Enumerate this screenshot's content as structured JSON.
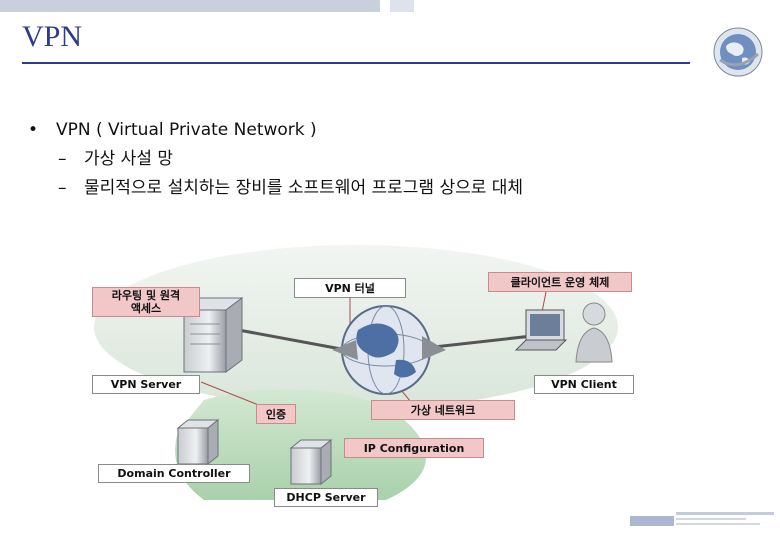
{
  "slide": {
    "title": "VPN",
    "bullet_main": "VPN ( Virtual  Private  Network )",
    "sub_items": [
      "가상 사설 망",
      "물리적으로 설치하는 장비를 소프트웨어 프로그램 상으로 대체"
    ],
    "bullet_glyph": "•",
    "dash_glyph": "–"
  },
  "diagram": {
    "labels": {
      "remote_access": "라우팅 및 원격",
      "remote_access_2": "액세스",
      "vpn_tunnel": "VPN 터널",
      "client_os": "클라이언트 운영 체제",
      "vpn_server": "VPN Server",
      "vpn_client": "VPN Client",
      "auth": "인증",
      "virtual_network": "가상 네트워크",
      "ip_config": "IP Configuration",
      "domain_controller": "Domain Controller",
      "dhcp_server": "DHCP Server"
    }
  },
  "colors": {
    "title": "#2e3a8c",
    "pink_label": "#f2c7c7",
    "ellipse_top": "#e3ebe4",
    "ellipse_bottom": "#bcd9bc"
  }
}
